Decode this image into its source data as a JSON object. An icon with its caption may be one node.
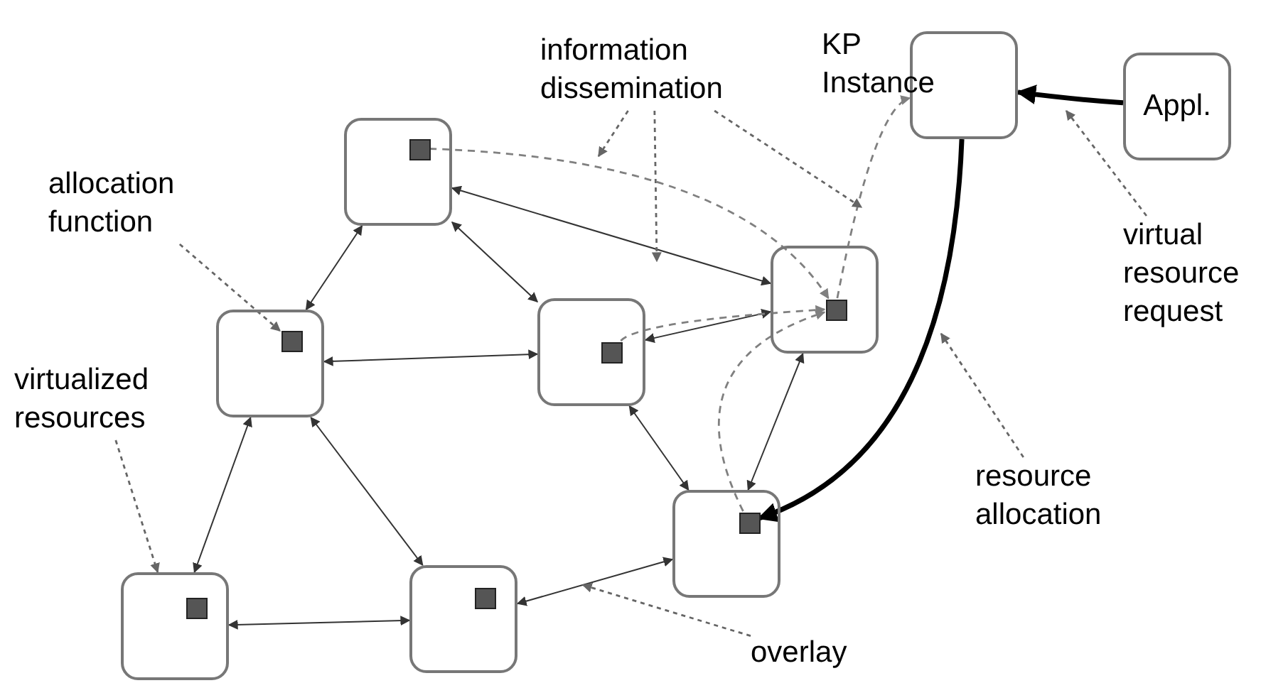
{
  "diagram": {
    "nodes": [
      {
        "text": [],
        "shape": "box"
      },
      {
        "text": [],
        "shape": "box",
        "in": 0
      },
      {
        "text": [
          "KP Instance"
        ]
      },
      {
        "text": [
          "Appl."
        ]
      },
      {
        "text": [],
        "shape": "box"
      },
      {
        "text": [],
        "shape": "box",
        "in": 4
      },
      {
        "text": [],
        "shape": "box"
      },
      {
        "text": [],
        "shape": "box",
        "in": 6
      },
      {
        "text": [],
        "shape": "box"
      },
      {
        "text": [],
        "shape": "box",
        "in": 8
      },
      {
        "text": [],
        "shape": "box"
      },
      {
        "text": [],
        "shape": "box",
        "in": 10
      },
      {
        "text": [],
        "shape": "box"
      },
      {
        "text": [],
        "shape": "box",
        "in": 12
      },
      {
        "text": [],
        "shape": "box"
      },
      {
        "text": [],
        "shape": "box",
        "in": 14
      },
      {
        "text": [
          "information dissemination"
        ]
      },
      {
        "text": [
          "allocation function"
        ]
      },
      {
        "text": [
          "virtualized resources"
        ]
      },
      {
        "text": [
          "virtual resource request"
        ]
      },
      {
        "text": [
          "resource allocation"
        ]
      },
      {
        "text": [
          "overlay"
        ]
      }
    ],
    "edges": [
      {
        "from": 0,
        "to": 4,
        "arrow": "both"
      },
      {
        "from": 0,
        "to": 6,
        "arrow": "both"
      },
      {
        "from": 0,
        "to": 8,
        "arrow": "both"
      },
      {
        "from": 4,
        "to": 6,
        "arrow": "both"
      },
      {
        "from": 6,
        "to": 8,
        "arrow": "both"
      },
      {
        "from": 4,
        "to": 12,
        "arrow": "both"
      },
      {
        "from": 4,
        "to": 14,
        "arrow": "both"
      },
      {
        "from": 12,
        "to": 14,
        "arrow": "both"
      },
      {
        "from": 14,
        "to": 10,
        "arrow": "both"
      },
      {
        "from": 6,
        "to": 10,
        "arrow": "both"
      },
      {
        "from": 8,
        "to": 10,
        "arrow": "both"
      },
      {
        "from": 1,
        "to": 9,
        "arrow": "to",
        "style": "dashed",
        "color": "#808080"
      },
      {
        "from": 7,
        "to": 9,
        "arrow": "to",
        "style": "dashed",
        "color": "#808080"
      },
      {
        "from": 11,
        "to": 9,
        "arrow": "to",
        "style": "dashed",
        "color": "#808080"
      },
      {
        "from": 9,
        "to": 2,
        "arrow": "to",
        "style": "dashed",
        "color": "#808080"
      },
      {
        "from": 3,
        "to": 2,
        "arrow": "to",
        "style": "thick",
        "color": "#000000"
      },
      {
        "from": 2,
        "to": 11,
        "arrow": "to",
        "style": "thick",
        "color": "#000000"
      },
      {
        "from": 16,
        "to": null,
        "arrow": "to",
        "style": "dashed",
        "color": "#666666"
      },
      {
        "from": 16,
        "to": null,
        "arrow": "to",
        "style": "dashed",
        "color": "#666666"
      },
      {
        "from": 16,
        "to": null,
        "arrow": "to",
        "style": "dashed",
        "color": "#666666"
      },
      {
        "from": 17,
        "to": 5,
        "arrow": "to",
        "style": "dashed",
        "color": "#666666"
      },
      {
        "from": 18,
        "to": 12,
        "arrow": "to",
        "style": "dashed",
        "color": "#666666"
      },
      {
        "from": 19,
        "to": null,
        "arrow": "to",
        "style": "dashed",
        "color": "#666666"
      },
      {
        "from": 20,
        "to": null,
        "arrow": "to",
        "style": "dashed",
        "color": "#666666"
      },
      {
        "from": 21,
        "to": null,
        "arrow": "to",
        "style": "dashed",
        "color": "#666666"
      }
    ]
  }
}
